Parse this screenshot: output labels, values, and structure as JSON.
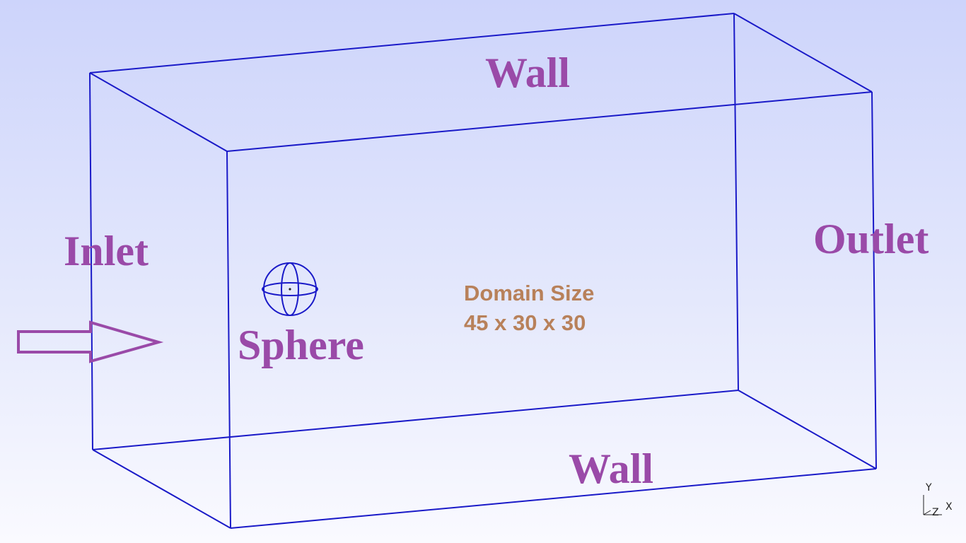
{
  "labels": {
    "wall_top": "Wall",
    "wall_bottom": "Wall",
    "inlet": "Inlet",
    "outlet": "Outlet",
    "sphere": "Sphere",
    "domain_size_title": "Domain Size",
    "domain_size_value": "45 x 30 x 30"
  },
  "axes": {
    "y": "Y",
    "z": "Z",
    "x": "X"
  },
  "colors": {
    "label": "#9a4aa8",
    "domain_text": "#b8815a",
    "edges": "#1a1ac8",
    "arrow": "#9a4aa8"
  },
  "icons": {
    "flow_arrow": "arrow-right-outline-icon",
    "sphere": "wireframe-sphere-icon",
    "axis_triad": "axis-triad-icon"
  }
}
